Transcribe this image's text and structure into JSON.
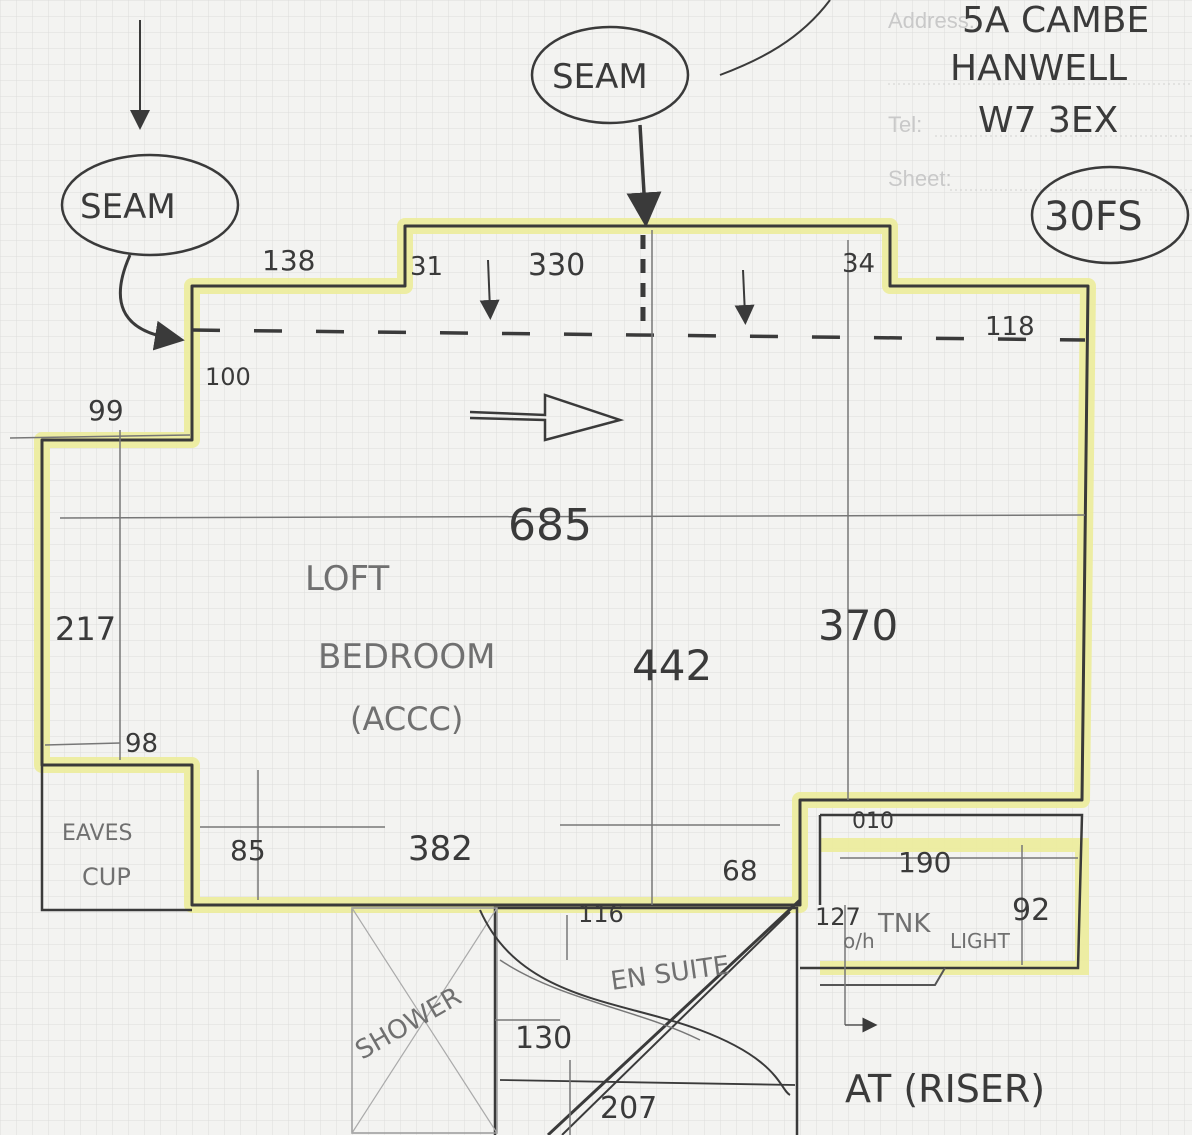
{
  "form_labels": {
    "address": "Address:",
    "tel": "Tel:",
    "sheet": "Sheet:"
  },
  "address_lines": [
    "5A CAMBE",
    "HANWELL",
    "W7 3EX"
  ],
  "tags": {
    "seam_left": "SEAM",
    "seam_top": "SEAM",
    "code": "30FS"
  },
  "dimensions": {
    "d138": "138",
    "d31": "31",
    "d330": "330",
    "d34": "34",
    "d118": "118",
    "d100": "100",
    "d99": "99",
    "d685": "685",
    "d217": "217",
    "d442": "442",
    "d370": "370",
    "d98": "98",
    "d85": "85",
    "d382": "382",
    "d68": "68",
    "d010": "010",
    "d190": "190",
    "d127": "127",
    "d92": "92",
    "d116": "116",
    "d130": "130",
    "d207": "207"
  },
  "rooms": {
    "loft_line1": "LOFT",
    "loft_line2": "BEDROOM",
    "loft_line3": "(ACCC)",
    "eaves_line1": "EAVES",
    "eaves_line2": "CUP",
    "ensuite": "EN SUITE",
    "shower": "SHOWER",
    "tank_line1": "o/h",
    "tank_line2": "TNK",
    "tank_line3": "LIGHT"
  },
  "notes": {
    "riser": "AT (RISER)"
  },
  "colors": {
    "paper": "#f3f3f1",
    "grid": "#d9d9d9",
    "ink": "#3a3a3a",
    "pencil": "#7a7a7a",
    "highlight": "#ecec9a"
  }
}
